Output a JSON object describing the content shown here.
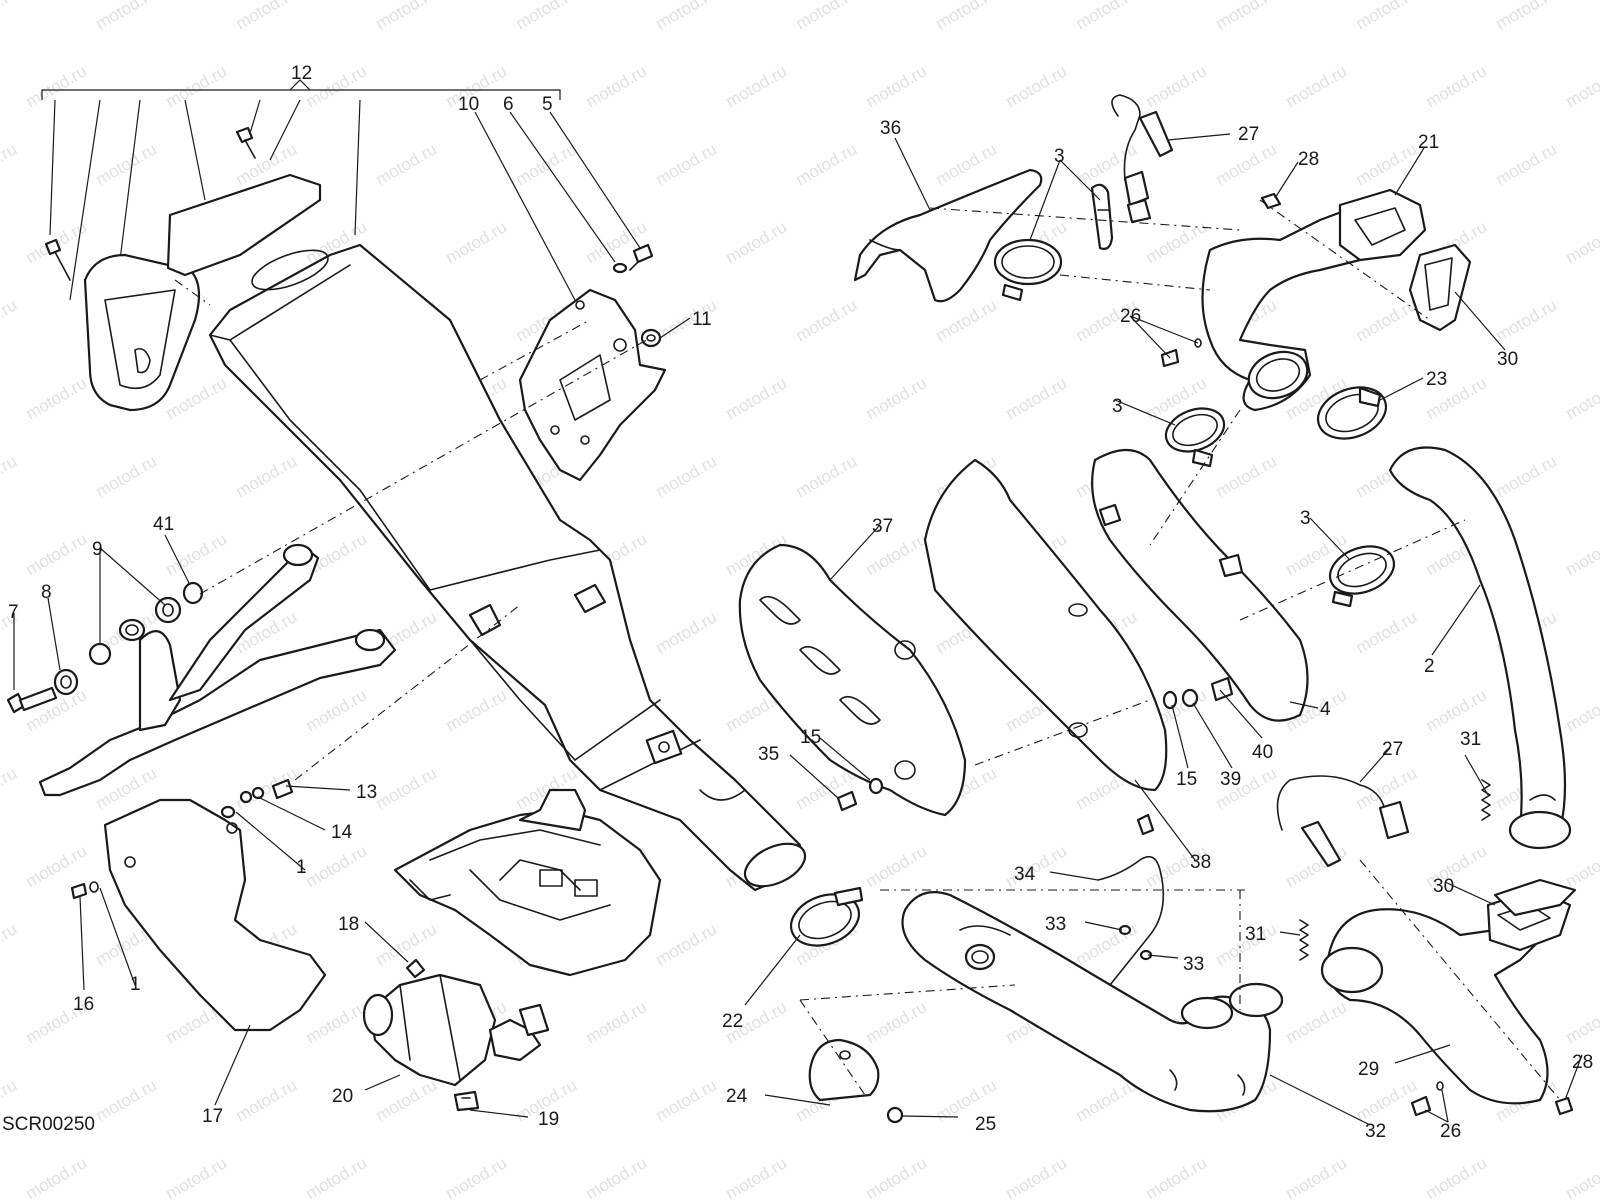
{
  "diagram": {
    "code": "SCR00250",
    "watermark": "motod.ru",
    "callouts": [
      "12",
      "10",
      "6",
      "5",
      "11",
      "9",
      "41",
      "8",
      "7",
      "13",
      "14",
      "1",
      "1",
      "16",
      "17",
      "18",
      "20",
      "19",
      "36",
      "3",
      "27",
      "28",
      "21",
      "30",
      "26",
      "3",
      "23",
      "3",
      "37",
      "15",
      "35",
      "15",
      "39",
      "40",
      "4",
      "2",
      "38",
      "27",
      "31",
      "34",
      "33",
      "33",
      "30",
      "31",
      "22",
      "24",
      "25",
      "32",
      "29",
      "28",
      "26"
    ]
  }
}
